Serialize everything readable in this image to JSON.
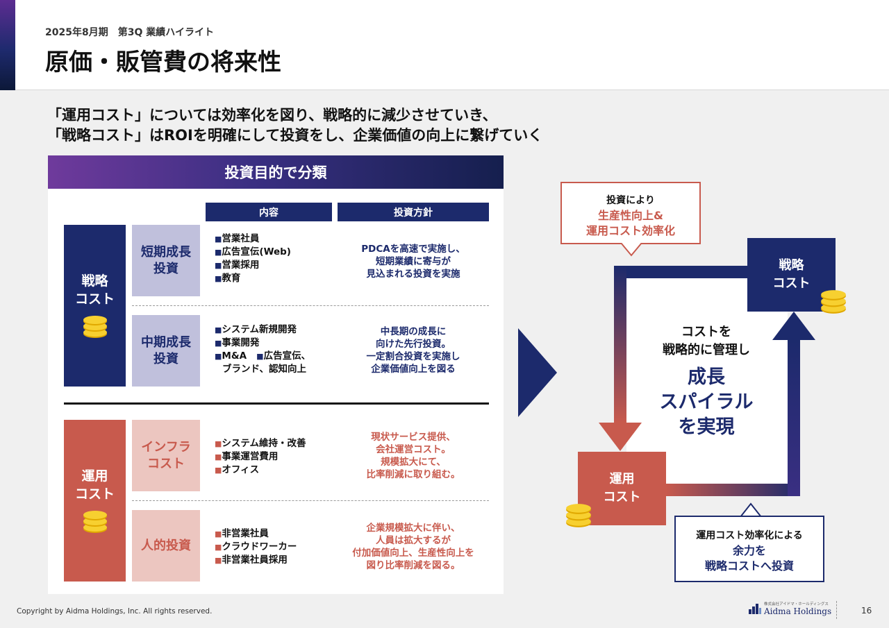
{
  "header": {
    "subtitle": "2025年8月期　第3Q 業績ハイライト",
    "title": "原価・販管費の将来性"
  },
  "lead": {
    "line1": "「運用コスト」については効率化を図り、戦略的に減少させていき、",
    "line2": "「戦略コスト」はROIを明確にして投資をし、企業価値の向上に繋げていく"
  },
  "panel": {
    "title": "投資目的で分類",
    "col_content": "内容",
    "col_policy": "投資方針",
    "strategic": {
      "label_1": "戦略",
      "label_2": "コスト",
      "short": {
        "label_1": "短期成長",
        "label_2": "投資",
        "items": [
          "営業社員",
          "広告宣伝(Web)",
          "営業採用",
          "教育"
        ],
        "policy": [
          "PDCAを高速で実施し、",
          "短期業績に寄与が",
          "見込まれる投資を実施"
        ]
      },
      "mid": {
        "label_1": "中期成長",
        "label_2": "投資",
        "items": [
          "システム新規開発",
          "事業開発",
          "M&A",
          "広告宣伝、",
          "ブランド、認知向上"
        ],
        "policy": [
          "中長期の成長に",
          "向けた先行投資。",
          "一定割合投資を実施し",
          "企業価値向上を図る"
        ]
      }
    },
    "operational": {
      "label_1": "運用",
      "label_2": "コスト",
      "infra": {
        "label_1": "インフラ",
        "label_2": "コスト",
        "items": [
          "システム維持・改善",
          "事業運営費用",
          "オフィス"
        ],
        "policy": [
          "現状サービス提供、",
          "会社運営コスト。",
          "規模拡大にて、",
          "比率削減に取り組む。"
        ]
      },
      "human": {
        "label": "人的投資",
        "items": [
          "非営業社員",
          "クラウドワーカー",
          "非営業社員採用"
        ],
        "policy": [
          "企業規模拡大に伴い、",
          "人員は拡大するが",
          "付加価値向上、生産性向上を",
          "図り比率削減を図る。"
        ]
      }
    },
    "bullet": "■"
  },
  "spiral": {
    "callout_top": [
      "投資により",
      "生産性向上&",
      "運用コスト効率化"
    ],
    "callout_bottom": [
      "運用コスト効率化による",
      "余力を",
      "戦略コストへ投資"
    ],
    "box_strategic": [
      "戦略",
      "コスト"
    ],
    "box_operational": [
      "運用",
      "コスト"
    ],
    "center_small": [
      "コストを",
      "戦略的に管理し"
    ],
    "center_big": [
      "成長",
      "スパイラル",
      "を実現"
    ],
    "colors": {
      "navy": "#1c2a6c",
      "red": "#c85a4d",
      "coin": "#f2c200"
    }
  },
  "footer": {
    "copyright": "Copyright by Aidma Holdings, Inc. All rights reserved.",
    "logo_small": "株式会社アイドマ・ホールディングス",
    "logo_name": "Aidma Holdings",
    "page": "16"
  }
}
